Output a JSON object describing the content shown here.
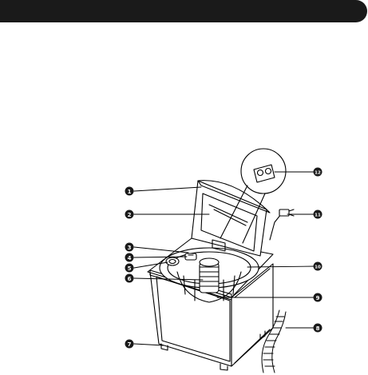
{
  "callouts": [
    {
      "id": "1",
      "label": "1"
    },
    {
      "id": "2",
      "label": "2"
    },
    {
      "id": "3",
      "label": "3"
    },
    {
      "id": "4",
      "label": "4"
    },
    {
      "id": "5",
      "label": "5"
    },
    {
      "id": "6",
      "label": "6"
    },
    {
      "id": "7",
      "label": "7"
    },
    {
      "id": "8",
      "label": "8"
    },
    {
      "id": "9",
      "label": "9"
    },
    {
      "id": "10",
      "label": "10"
    },
    {
      "id": "11",
      "label": "11"
    },
    {
      "id": "12",
      "label": "12"
    }
  ],
  "colors": {
    "header_bar": "#1a1a1a",
    "callout_fill": "#1a1a1a",
    "callout_text": "#ffffff",
    "line": "#000000"
  }
}
